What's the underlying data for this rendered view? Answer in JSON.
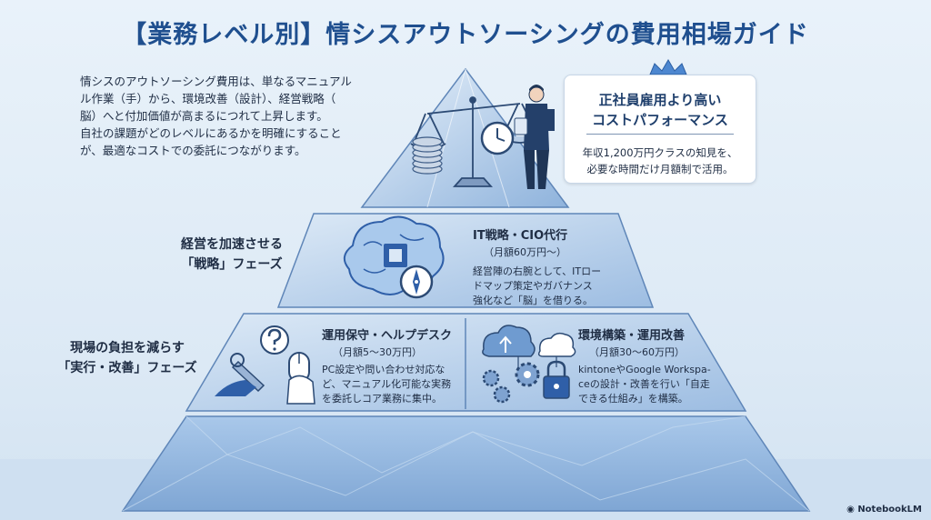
{
  "title": "【業務レベル別】情シスアウトソーシングの費用相場ガイド",
  "intro": {
    "lines": [
      "情シスのアウトソーシング費用は、単なるマニュアル",
      "ル作業（手）から、環境改善（設計）、経営戦略（",
      "脳）へと付加価値が高まるにつれて上昇します。",
      "自社の課題がどのレベルにあるかを明確にすること",
      "が、最適なコストでの委託につながります。"
    ]
  },
  "callout": {
    "headline": [
      "正社員雇用より高い",
      "コストパフォーマンス"
    ],
    "body": [
      "年収1,200万円クラスの知見を、",
      "必要な時間だけ月額制で活用。"
    ]
  },
  "phases": {
    "strategy": [
      "経営を加速させる",
      "「戦略」フェーズ"
    ],
    "execution": [
      "現場の負担を減らす",
      "「実行・改善」フェーズ"
    ]
  },
  "cards": {
    "strategy": {
      "title": "IT戦略・CIO代行",
      "price": "（月額60万円〜）",
      "desc": [
        "経営陣の右腕として、ITロー",
        "ドマップ策定やガバナンス",
        "強化など「脳」を借りる。"
      ]
    },
    "support": {
      "title": "運用保守・ヘルプデスク",
      "price": "（月額5〜30万円）",
      "desc": [
        "PC設定や問い合わせ対応な",
        "ど、マニュアル化可能な実務",
        "を委託しコア業務に集中。"
      ]
    },
    "environment": {
      "title": "環境構築・運用改善",
      "price": "（月額30〜60万円）",
      "desc": [
        "kintoneやGoogle Workspa-",
        "ceの設計・改善を行い「自走",
        "できる仕組み」を構築。"
      ]
    }
  },
  "badge": "NotebookLM",
  "icons": [
    "crown-icon",
    "balance-scale-icon",
    "businessman-icon",
    "brain-chip-icon",
    "compass-icon",
    "question-bubble-icon",
    "wrench-hand-icon",
    "mouse-hand-icon",
    "cloud-upload-icon",
    "cloud-icon",
    "gear-icon",
    "lock-icon"
  ],
  "colors": {
    "title": "#1f4f8f",
    "pyramid_light": "#cfe0f2",
    "pyramid_mid": "#a9c6e6",
    "pyramid_dark": "#6f9bd0",
    "accent": "#2f5fa8"
  }
}
